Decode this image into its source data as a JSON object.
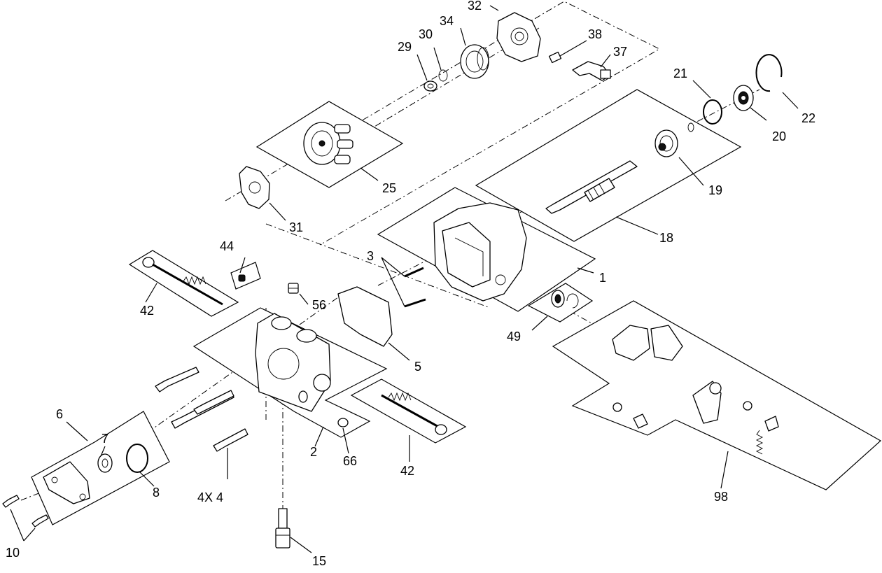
{
  "callouts": {
    "c1": "1",
    "c2": "2",
    "c3": "3",
    "c4": "4X 4",
    "c5": "5",
    "c6": "6",
    "c7": "7",
    "c8": "8",
    "c10": "10",
    "c15": "15",
    "c18": "18",
    "c19": "19",
    "c20": "20",
    "c21": "21",
    "c22": "22",
    "c25": "25",
    "c29": "29",
    "c30": "30",
    "c31": "31",
    "c32": "32",
    "c34": "34",
    "c37": "37",
    "c38": "38",
    "c42a": "42",
    "c42b": "42",
    "c44": "44",
    "c49": "49",
    "c56": "56",
    "c66": "66",
    "c98": "98"
  }
}
